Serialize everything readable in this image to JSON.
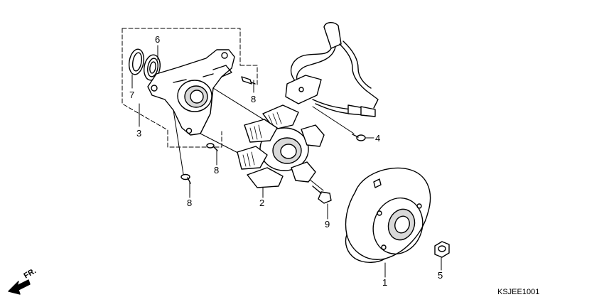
{
  "callouts": {
    "c1": "1",
    "c2": "2",
    "c3": "3",
    "c4": "4",
    "c5": "5",
    "c6": "6",
    "c7": "7",
    "c8a": "8",
    "c8b": "8",
    "c8c": "8",
    "c9": "9"
  },
  "direction_label": "FR.",
  "diagram_code": "KSJEE1001",
  "colors": {
    "line": "#000000",
    "background": "#ffffff",
    "shade": "#d9d9d9"
  }
}
